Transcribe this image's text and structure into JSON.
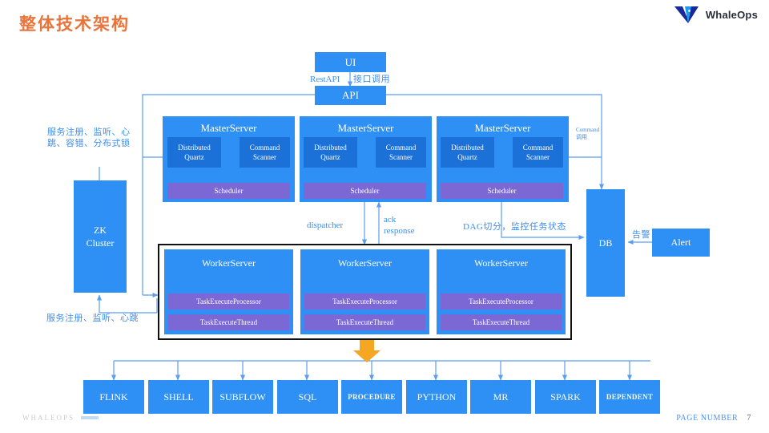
{
  "page": {
    "title": "整体技术架构",
    "brand": "WhaleOps",
    "accent_orange": "#E8743B",
    "accent_blue": "#2E90F5",
    "accent_dark_blue": "#1C71D8",
    "accent_purple": "#7B68D4",
    "arrow_orange": "#F5A623"
  },
  "footer": {
    "brand": "WHALEOPS",
    "page_label": "PAGE NUMBER",
    "page_number": "7"
  },
  "nodes": {
    "ui": "UI",
    "api": "API",
    "zk": "ZK\nCluster",
    "db": "DB",
    "alert": "Alert"
  },
  "master_servers": [
    {
      "title": "MasterServer",
      "left": "Distributed\nQuartz",
      "right": "Command\nScanner",
      "bottom": "Scheduler"
    },
    {
      "title": "MasterServer",
      "left": "Distributed\nQuartz",
      "right": "Command\nScanner",
      "bottom": "Scheduler"
    },
    {
      "title": "MasterServer",
      "left": "Distributed\nQuartz",
      "right": "Command\nScanner",
      "bottom": "Scheduler"
    }
  ],
  "worker_servers": [
    {
      "title": "WorkerServer",
      "processor": "TaskExecuteProcessor",
      "thread": "TaskExecuteThread"
    },
    {
      "title": "WorkerServer",
      "processor": "TaskExecuteProcessor",
      "thread": "TaskExecuteThread"
    },
    {
      "title": "WorkerServer",
      "processor": "TaskExecuteProcessor",
      "thread": "TaskExecuteThread"
    }
  ],
  "task_types": [
    "FLINK",
    "SHELL",
    "SUBFLOW",
    "SQL",
    "PROCEDURE",
    "PYTHON",
    "MR",
    "SPARK",
    "DEPENDENT"
  ],
  "edge_labels": {
    "rest_api": "RestAPI",
    "interface_call": "接口调用",
    "zk_top": "服务注册、监听、心\n跳、容错、分布式锁",
    "zk_bottom": "服务注册、监听、心跳",
    "command_call": "Command\n调用",
    "dispatcher": "dispatcher",
    "ack_response": "ack\nresponse",
    "dag": "DAG切分，监控任务状态",
    "alarm": "告警"
  }
}
